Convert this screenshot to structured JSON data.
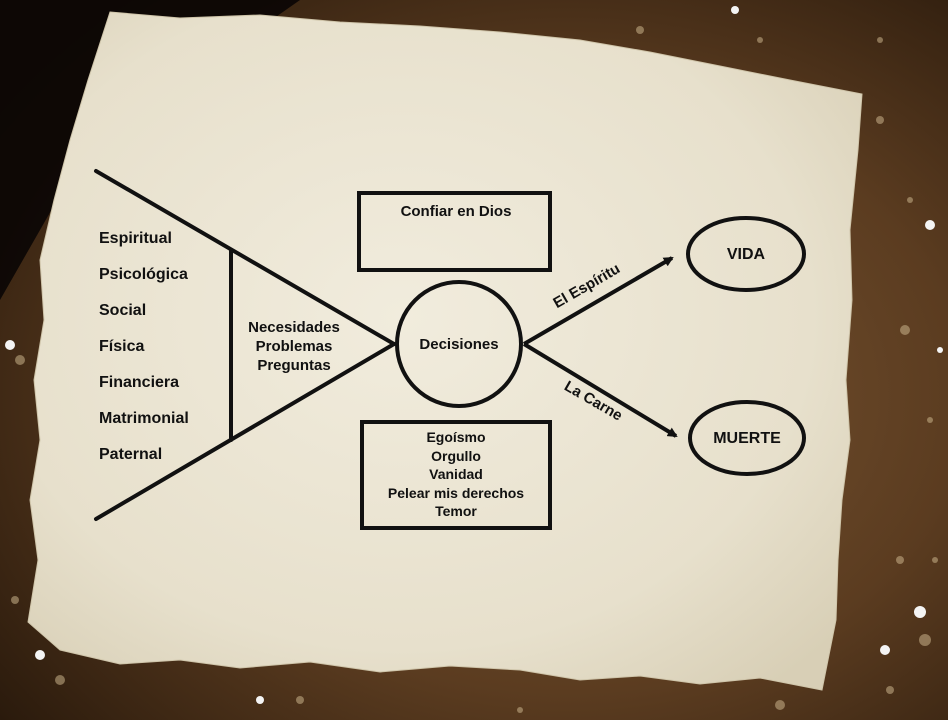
{
  "categories": [
    "Espiritual",
    "Psicológica",
    "Social",
    "Física",
    "Financiera",
    "Matrimonial",
    "Paternal"
  ],
  "inner_labels": [
    "Necesidades",
    "Problemas",
    "Preguntas"
  ],
  "center_node": "Decisiones",
  "top_box": "Confiar en Dios",
  "bottom_box_items": [
    "Egoísmo",
    "Orgullo",
    "Vanidad",
    "Pelear mis derechos",
    "Temor"
  ],
  "paths": {
    "upper_label": "El Espíritu",
    "lower_label": "La Carne"
  },
  "outcomes": {
    "upper": "VIDA",
    "lower": "MUERTE"
  },
  "colors": {
    "paper": "#ede7d6",
    "ink": "#111111",
    "dirt": "#5a3d22"
  }
}
